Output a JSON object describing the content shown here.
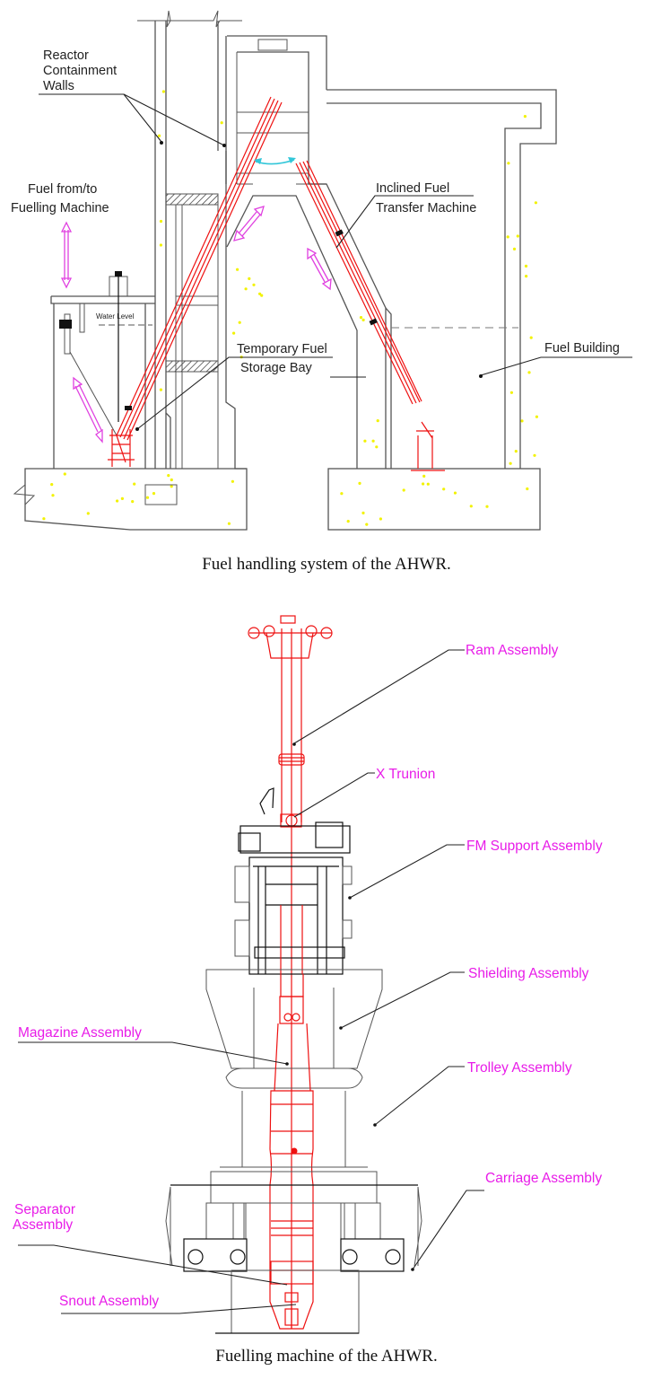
{
  "figure1": {
    "labels": {
      "reactor_containment_walls": [
        "Reactor",
        "Containment",
        "Walls"
      ],
      "fuel_from_to": [
        "Fuel from/to",
        "Fuelling Machine"
      ],
      "inclined_fuel_transfer": [
        "Inclined Fuel",
        "Transfer Machine"
      ],
      "water_level": "Water Level",
      "temporary_fuel_storage": [
        "Temporary Fuel",
        "Storage Bay"
      ],
      "fuel_building": "Fuel Building"
    },
    "caption": "Fuel handling system of the AHWR.",
    "colors": {
      "equipment": "#ee1111",
      "motion_arrows": "#e040e0",
      "rotation_arrow": "#33c7d9",
      "concrete_dots": "#f2f200"
    }
  },
  "figure2": {
    "labels": {
      "ram_assembly": "Ram Assembly",
      "x_trunion": "X Trunion",
      "fm_support_assembly": "FM Support Assembly",
      "shielding_assembly": "Shielding Assembly",
      "magazine_assembly": "Magazine Assembly",
      "trolley_assembly": "Trolley Assembly",
      "separator_assembly": [
        "Separator",
        "Assembly"
      ],
      "carriage_assembly": "Carriage Assembly",
      "snout_assembly": "Snout Assembly"
    },
    "caption": "Fuelling machine of the AHWR.",
    "colors": {
      "label_color": "#e81ce8",
      "equipment": "#ee1111"
    }
  }
}
